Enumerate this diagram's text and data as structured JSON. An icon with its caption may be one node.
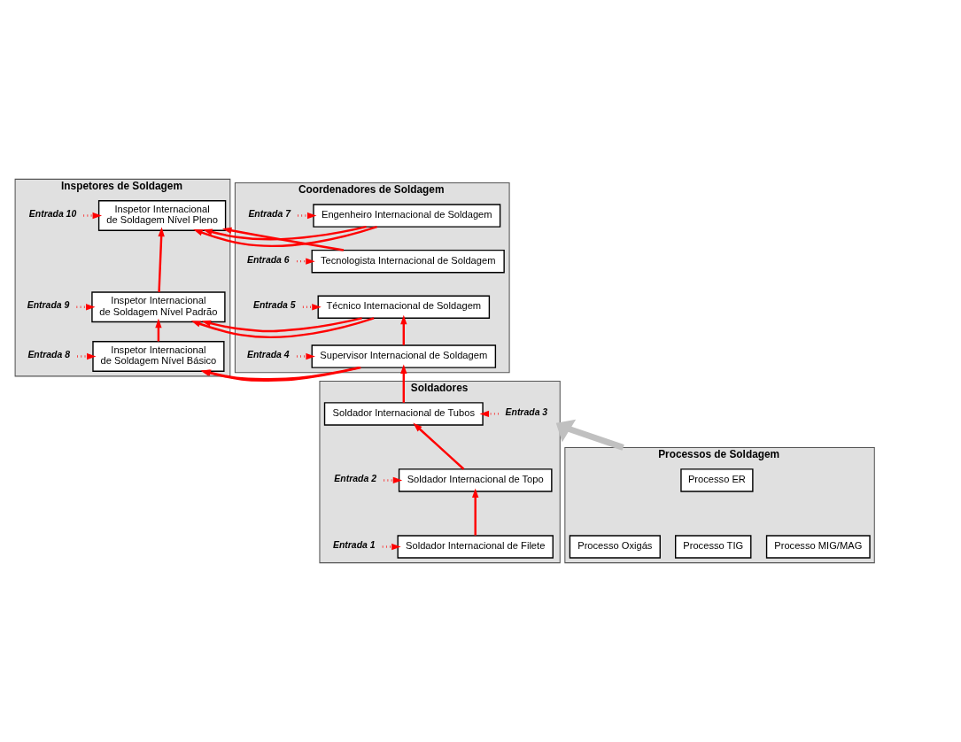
{
  "diagram": {
    "nodes": [
      {
        "text": [
          "Coordenadores de Soldagem"
        ]
      },
      {
        "text": [
          "Entrada 7"
        ],
        "in": 0
      },
      {
        "text": [
          "Engenheiro Internacional de Soldagem"
        ],
        "in": 0
      },
      {
        "text": [
          "Entrada 6"
        ],
        "in": 0
      },
      {
        "text": [
          "Tecnologista Internacional de Soldagem"
        ],
        "in": 0
      },
      {
        "text": [
          "Entrada 5"
        ],
        "in": 0
      },
      {
        "text": [
          "Técnico Internacional de Soldagem"
        ],
        "in": 0
      },
      {
        "text": [
          "Entrada 4"
        ],
        "in": 0
      },
      {
        "text": [
          "Supervisor Internacional de Soldagem"
        ],
        "in": 0
      },
      {
        "text": [
          "Inspetores de Soldagem"
        ]
      },
      {
        "text": [
          "Inspetor Internacional de Soldagem Nível Pleno"
        ],
        "in": 9
      },
      {
        "text": [
          "Entrada 10"
        ],
        "in": 9
      },
      {
        "text": [
          "Inspetor Internacional de Soldagem Nível Padrão"
        ],
        "in": 9
      },
      {
        "text": [
          "Entrada 9"
        ],
        "in": 9
      },
      {
        "text": [
          "Inspetor Internacional de Soldagem Nível Básico"
        ],
        "in": 9
      },
      {
        "text": [
          "Entrada 8"
        ],
        "in": 9
      },
      {
        "text": [
          "Soldadores"
        ]
      },
      {
        "text": [
          "Entrada 3"
        ],
        "in": 16
      },
      {
        "text": [
          "Soldador Internacional de Tubos"
        ],
        "in": 16
      },
      {
        "text": [
          "Entrada 2"
        ],
        "in": 16
      },
      {
        "text": [
          "Soldador Internacional de Topo"
        ],
        "in": 16
      },
      {
        "text": [
          "Entrada 1"
        ],
        "in": 16
      },
      {
        "text": [
          "Soldador Internacional de Filete"
        ],
        "in": 16
      },
      {
        "text": [
          "Processos de Soldagem"
        ]
      },
      {
        "text": [
          "Processo ER"
        ],
        "in": 23
      },
      {
        "text": [
          "Processo MIG/MAG"
        ],
        "in": 23
      },
      {
        "text": [
          "Processo TIG"
        ],
        "in": 23
      },
      {
        "text": [
          "Processo Oxigás"
        ],
        "in": 23
      }
    ],
    "edges": [
      {
        "from": 1,
        "to": 2,
        "arrow": "to",
        "style": "dashed"
      },
      {
        "from": 3,
        "to": 4,
        "arrow": "to",
        "style": "dashed"
      },
      {
        "from": 5,
        "to": 6,
        "arrow": "to",
        "style": "dashed"
      },
      {
        "from": 7,
        "to": 8,
        "arrow": "to",
        "style": "dashed"
      },
      {
        "from": 11,
        "to": 10,
        "arrow": "to",
        "style": "dashed"
      },
      {
        "from": 13,
        "to": 12,
        "arrow": "to",
        "style": "dashed"
      },
      {
        "from": 15,
        "to": 14,
        "arrow": "to",
        "style": "dashed"
      },
      {
        "from": 17,
        "to": 18,
        "arrow": "to",
        "style": "dashed"
      },
      {
        "from": 19,
        "to": 20,
        "arrow": "to",
        "style": "dashed"
      },
      {
        "from": 21,
        "to": 22,
        "arrow": "to",
        "style": "dashed"
      },
      {
        "from": 22,
        "to": 20,
        "arrow": "to"
      },
      {
        "from": 20,
        "to": 18,
        "arrow": "to"
      },
      {
        "from": 18,
        "to": 8,
        "arrow": "to"
      },
      {
        "from": 8,
        "to": 6,
        "arrow": "to"
      },
      {
        "from": 2,
        "to": 10,
        "arrow": "to"
      },
      {
        "from": 4,
        "to": 10,
        "arrow": "to"
      },
      {
        "from": 6,
        "to": 12,
        "arrow": "to"
      },
      {
        "from": 8,
        "to": 14,
        "arrow": "to"
      },
      {
        "from": 14,
        "to": 12,
        "arrow": "to"
      },
      {
        "from": 12,
        "to": 10,
        "arrow": "to"
      },
      {
        "from": 23,
        "to": 16,
        "arrow": "to",
        "style": "thick",
        "color": "#c0c0c0"
      }
    ]
  }
}
